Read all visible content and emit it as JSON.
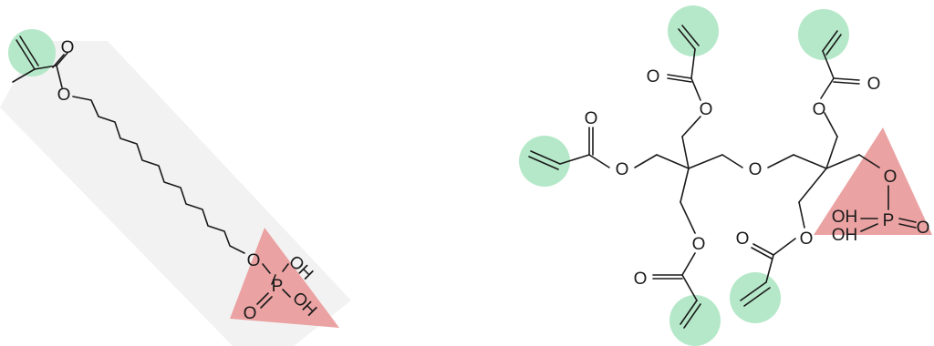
{
  "colors": {
    "reactive_group": "#b5e8c9",
    "phosphate_group": "#eba2a2",
    "backbone_band": "#f2f2f2",
    "bond": "#1a1a1a"
  },
  "labels": {
    "oxygen": "O",
    "phosphorus": "P",
    "hydroxyl": "OH"
  }
}
